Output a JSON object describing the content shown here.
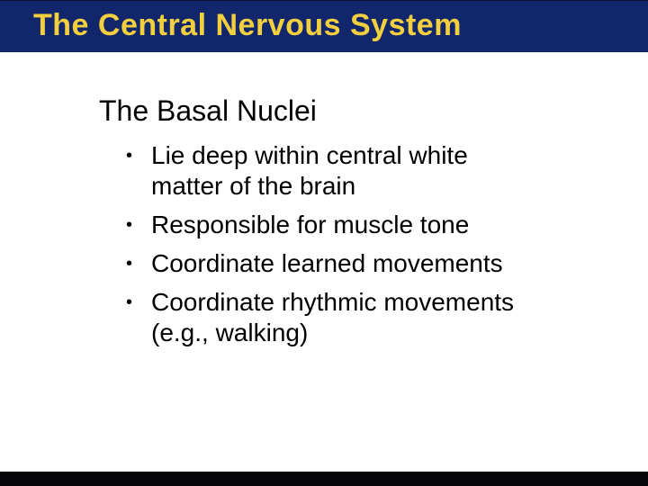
{
  "slide": {
    "header": {
      "title": "The Central Nervous System",
      "background_color": "#12266b",
      "title_color": "#f2cf3e"
    },
    "subtitle": "The Basal Nuclei",
    "bullet_char": "•",
    "bullets": [
      "Lie deep within central white\nmatter of the brain",
      "Responsible for muscle tone",
      "Coordinate learned movements",
      "Coordinate rhythmic movements\n(e.g., walking)"
    ],
    "body_text_color": "#000000",
    "footer_color": "#050508"
  }
}
